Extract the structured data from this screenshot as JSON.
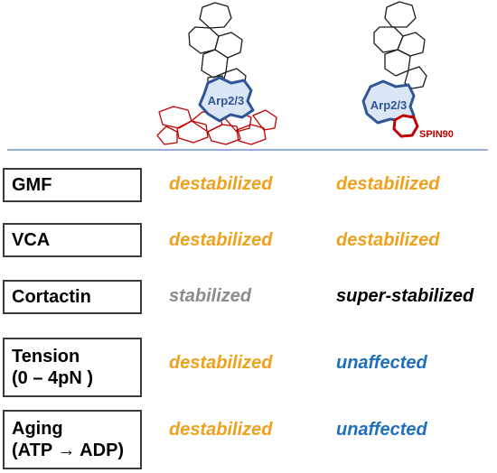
{
  "colors": {
    "divider": "#4f7fc4",
    "arp_fill": "#dbe6f5",
    "arp_stroke": "#2f5597",
    "red": "#c00000",
    "destabilized": "#f0a11c",
    "stabilized": "#8c8c8c",
    "super_stabilized": "#000000",
    "unaffected": "#1f6fbd"
  },
  "illustrations": {
    "left": {
      "arp_label": "Arp2/3"
    },
    "right": {
      "arp_label": "Arp2/3",
      "cap_label": "SPIN90"
    }
  },
  "rows": [
    {
      "label_lines": [
        "GMF"
      ],
      "left": {
        "text": "destabilized",
        "status": "destabilized"
      },
      "right": {
        "text": "destabilized",
        "status": "destabilized"
      }
    },
    {
      "label_lines": [
        "VCA"
      ],
      "left": {
        "text": "destabilized",
        "status": "destabilized"
      },
      "right": {
        "text": "destabilized",
        "status": "destabilized"
      }
    },
    {
      "label_lines": [
        "Cortactin"
      ],
      "left": {
        "text": "stabilized",
        "status": "stabilized"
      },
      "right": {
        "text": "super-stabilized",
        "status": "super_stabilized"
      }
    },
    {
      "label_lines": [
        "Tension",
        "(0 – 4pN )"
      ],
      "left": {
        "text": "destabilized",
        "status": "destabilized"
      },
      "right": {
        "text": "unaffected",
        "status": "unaffected"
      }
    },
    {
      "label_lines": [
        "Aging",
        "(ATP → ADP)"
      ],
      "left": {
        "text": "destabilized",
        "status": "destabilized"
      },
      "right": {
        "text": "unaffected",
        "status": "unaffected"
      }
    }
  ]
}
